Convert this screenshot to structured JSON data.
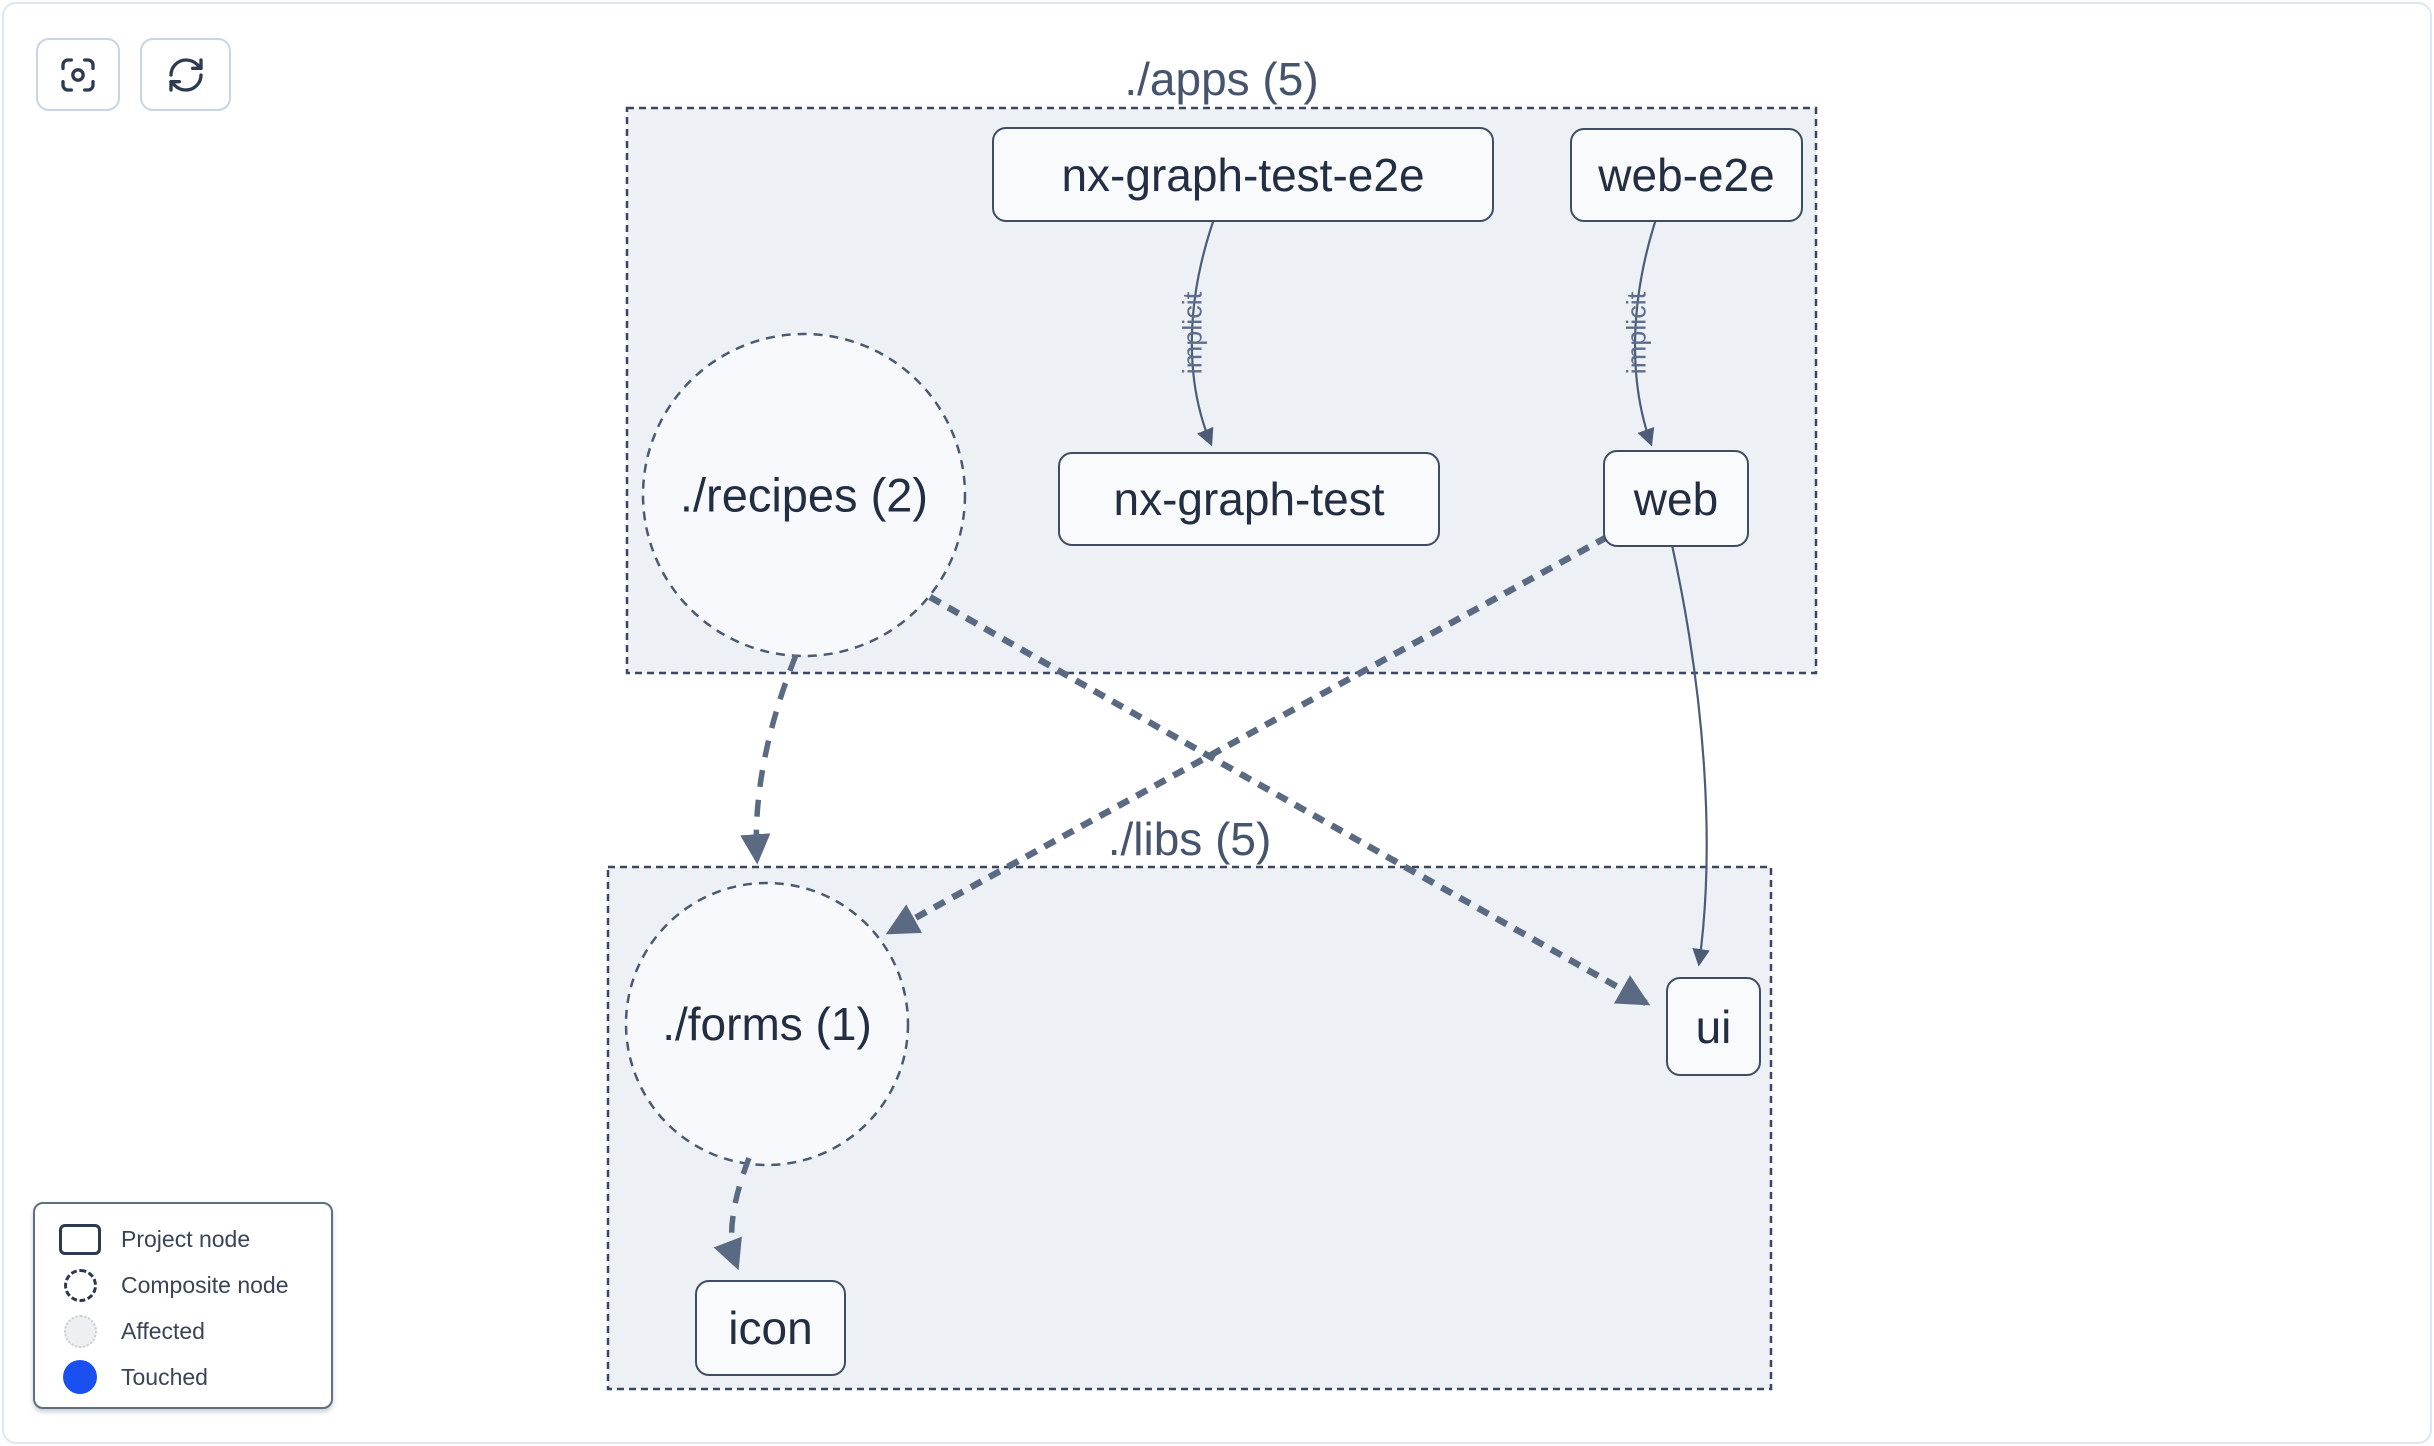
{
  "toolbar": {
    "focus_button": "focus-selected-project",
    "refresh_button": "refresh-graph"
  },
  "groups": [
    {
      "id": "apps",
      "label": "./apps (5)"
    },
    {
      "id": "libs",
      "label": "./libs (5)"
    }
  ],
  "nodes": [
    {
      "id": "nx-graph-test-e2e",
      "label": "nx-graph-test-e2e"
    },
    {
      "id": "web-e2e",
      "label": "web-e2e"
    },
    {
      "id": "nx-graph-test",
      "label": "nx-graph-test"
    },
    {
      "id": "web",
      "label": "web"
    },
    {
      "id": "ui",
      "label": "ui"
    },
    {
      "id": "icon",
      "label": "icon"
    }
  ],
  "composites": [
    {
      "id": "recipes",
      "label": "./recipes (2)"
    },
    {
      "id": "forms",
      "label": "./forms (1)"
    }
  ],
  "edges": [
    {
      "from": "nx-graph-test-e2e",
      "to": "nx-graph-test",
      "type": "implicit",
      "label": "implicit"
    },
    {
      "from": "web-e2e",
      "to": "web",
      "type": "implicit",
      "label": "implicit"
    },
    {
      "from": "web",
      "to": "ui",
      "type": "direct",
      "label": ""
    },
    {
      "from": "./recipes",
      "to": "./forms",
      "type": "dependency",
      "label": ""
    },
    {
      "from": "./recipes",
      "to": "ui",
      "type": "dependency",
      "label": ""
    },
    {
      "from": "web",
      "to": "./forms",
      "type": "dependency",
      "label": ""
    },
    {
      "from": "./forms",
      "to": "icon",
      "type": "dependency",
      "label": ""
    }
  ],
  "legend": {
    "items": [
      {
        "label": "Project node",
        "swatch": "project-node-outline"
      },
      {
        "label": "Composite node",
        "swatch": "composite-node-dashed-circle"
      },
      {
        "label": "Affected",
        "swatch": "affected-light-circle"
      },
      {
        "label": "Touched",
        "swatch": "touched-blue-circle"
      }
    ]
  },
  "colors": {
    "container_fill": "#edf1f6",
    "node_fill": "#f9fafc",
    "node_border": "#3f4c61",
    "edge": "#5b6a83",
    "text": "#232e42",
    "touched_blue": "#1b50f0",
    "affected_fill": "#edeff3"
  }
}
